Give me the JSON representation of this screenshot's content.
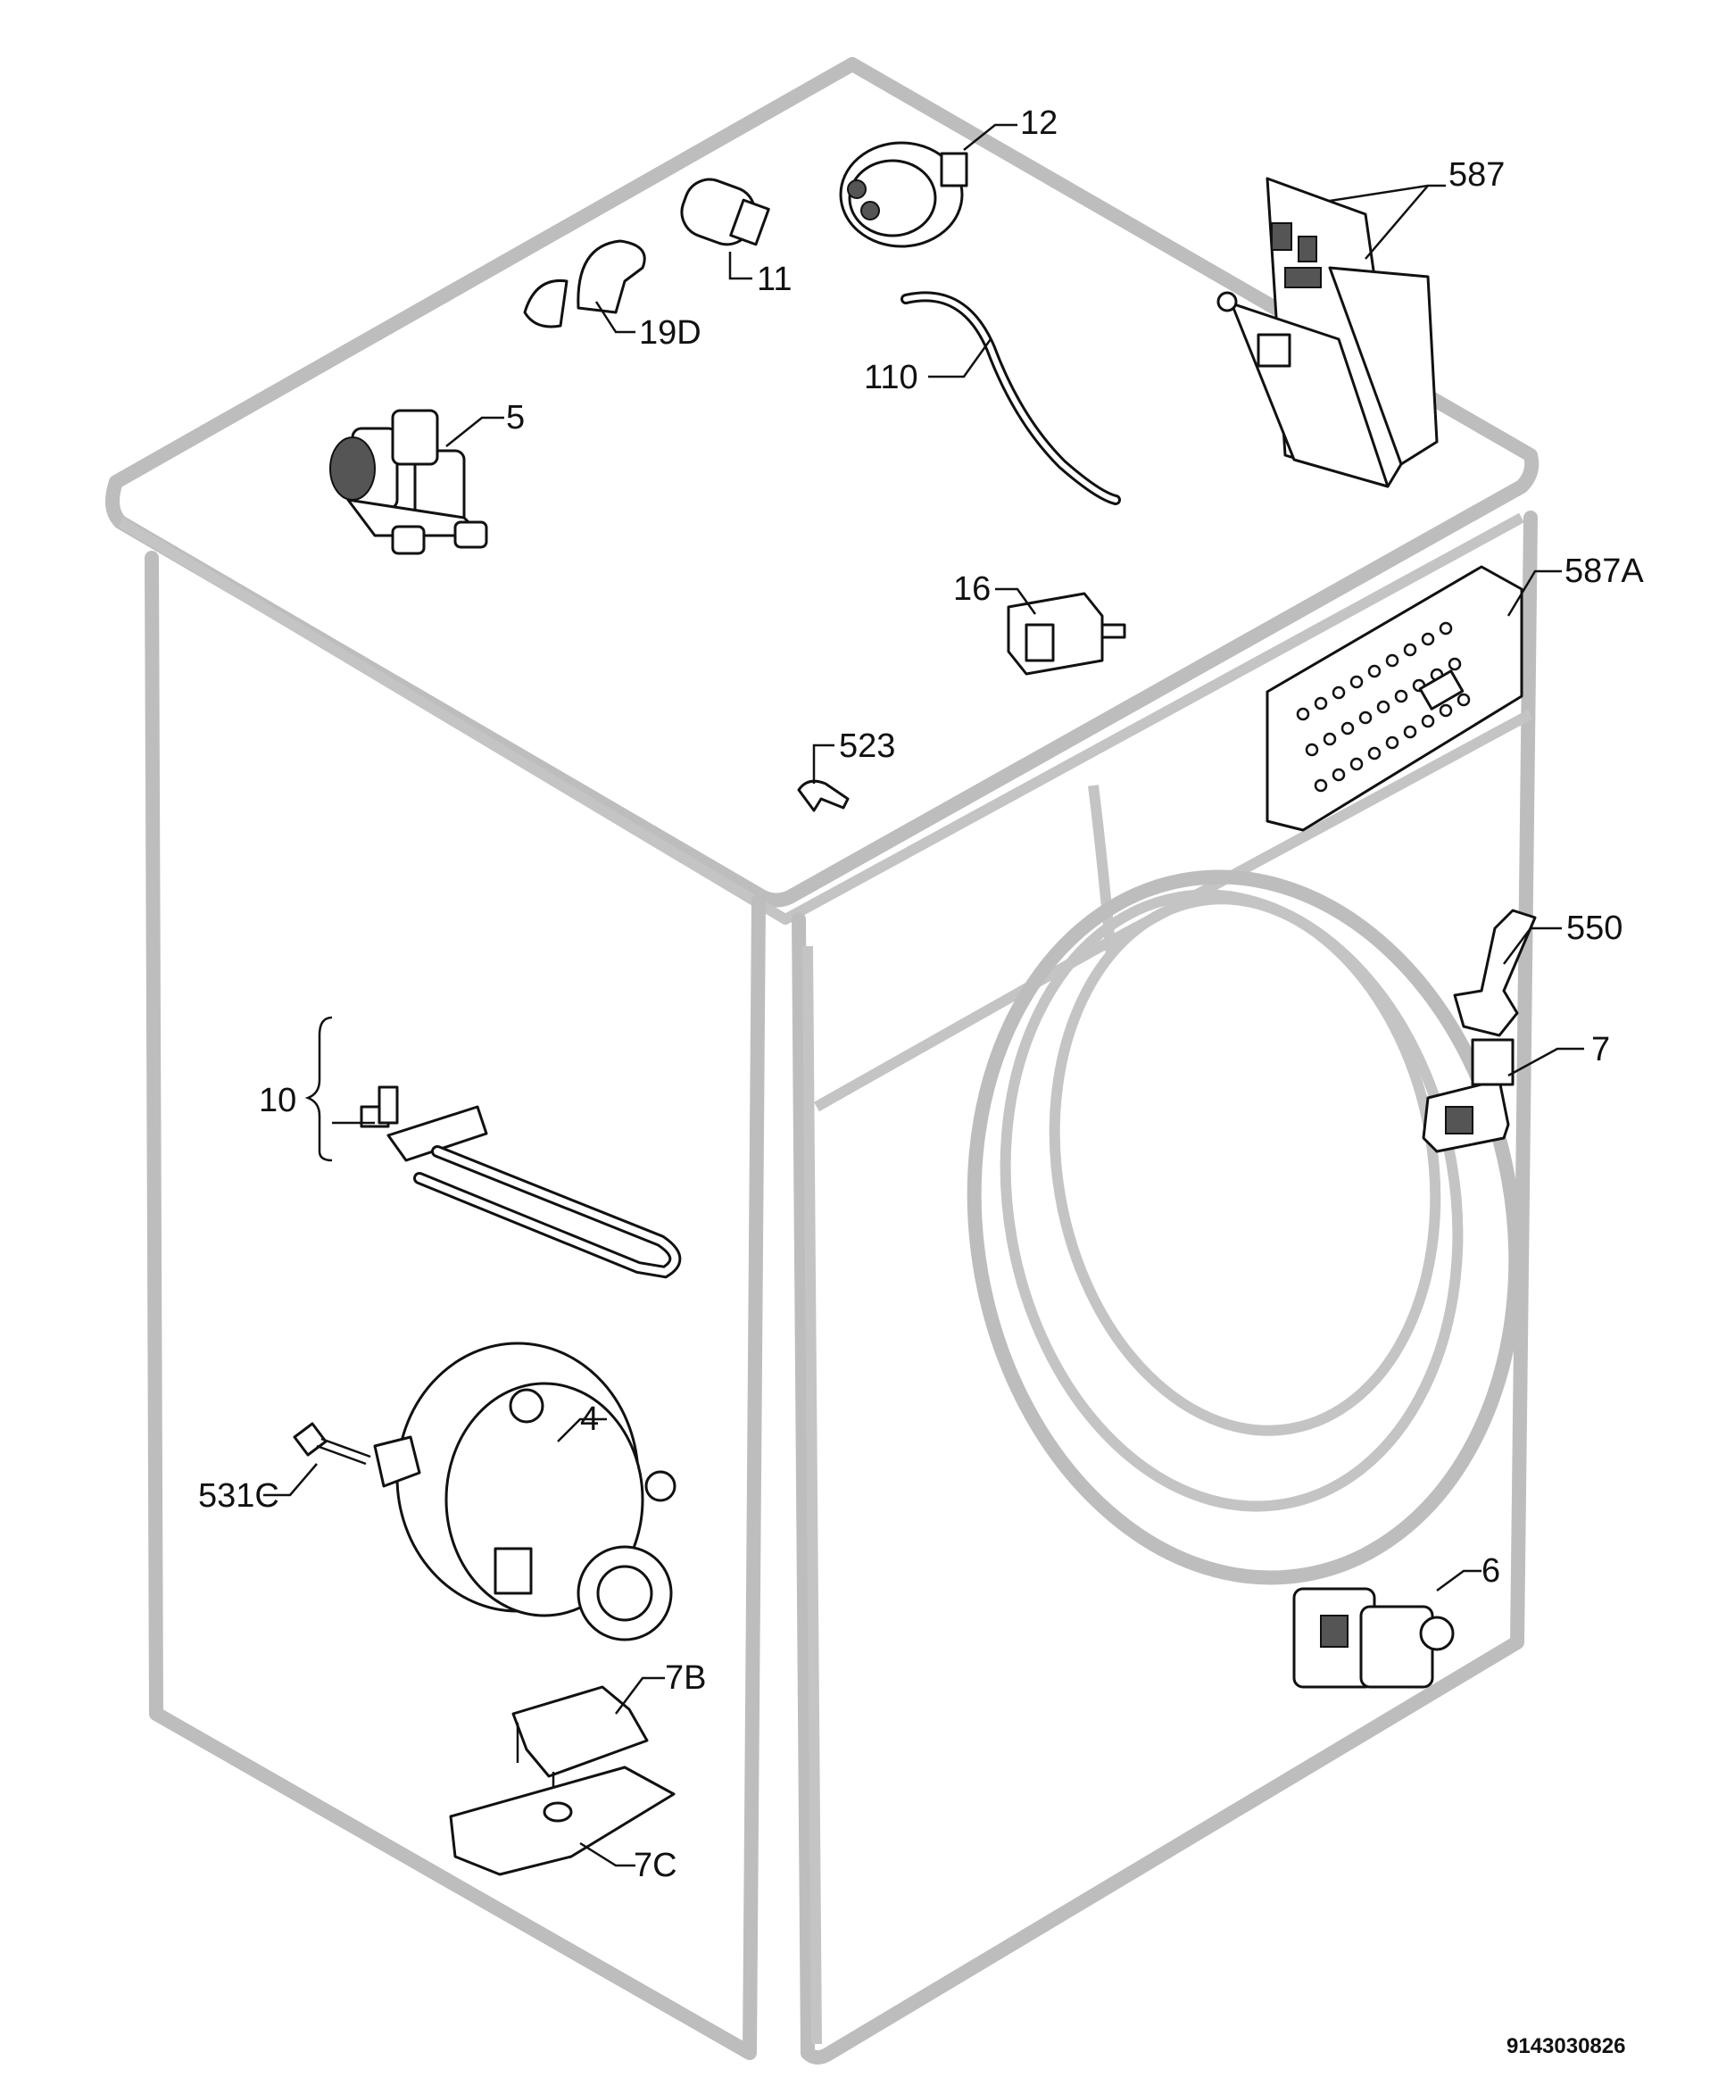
{
  "document_number": "9143030826",
  "parts": [
    {
      "id": "p12",
      "label": "12"
    },
    {
      "id": "p587",
      "label": "587"
    },
    {
      "id": "p11",
      "label": "11"
    },
    {
      "id": "p19D",
      "label": "19D"
    },
    {
      "id": "p110",
      "label": "110"
    },
    {
      "id": "p5",
      "label": "5"
    },
    {
      "id": "p587A",
      "label": "587A"
    },
    {
      "id": "p16",
      "label": "16"
    },
    {
      "id": "p523",
      "label": "523"
    },
    {
      "id": "p550",
      "label": "550"
    },
    {
      "id": "p7",
      "label": "7"
    },
    {
      "id": "p10",
      "label": "10"
    },
    {
      "id": "p4",
      "label": "4"
    },
    {
      "id": "p531C",
      "label": "531C"
    },
    {
      "id": "p6",
      "label": "6"
    },
    {
      "id": "p7B",
      "label": "7B"
    },
    {
      "id": "p7C",
      "label": "7C"
    }
  ]
}
